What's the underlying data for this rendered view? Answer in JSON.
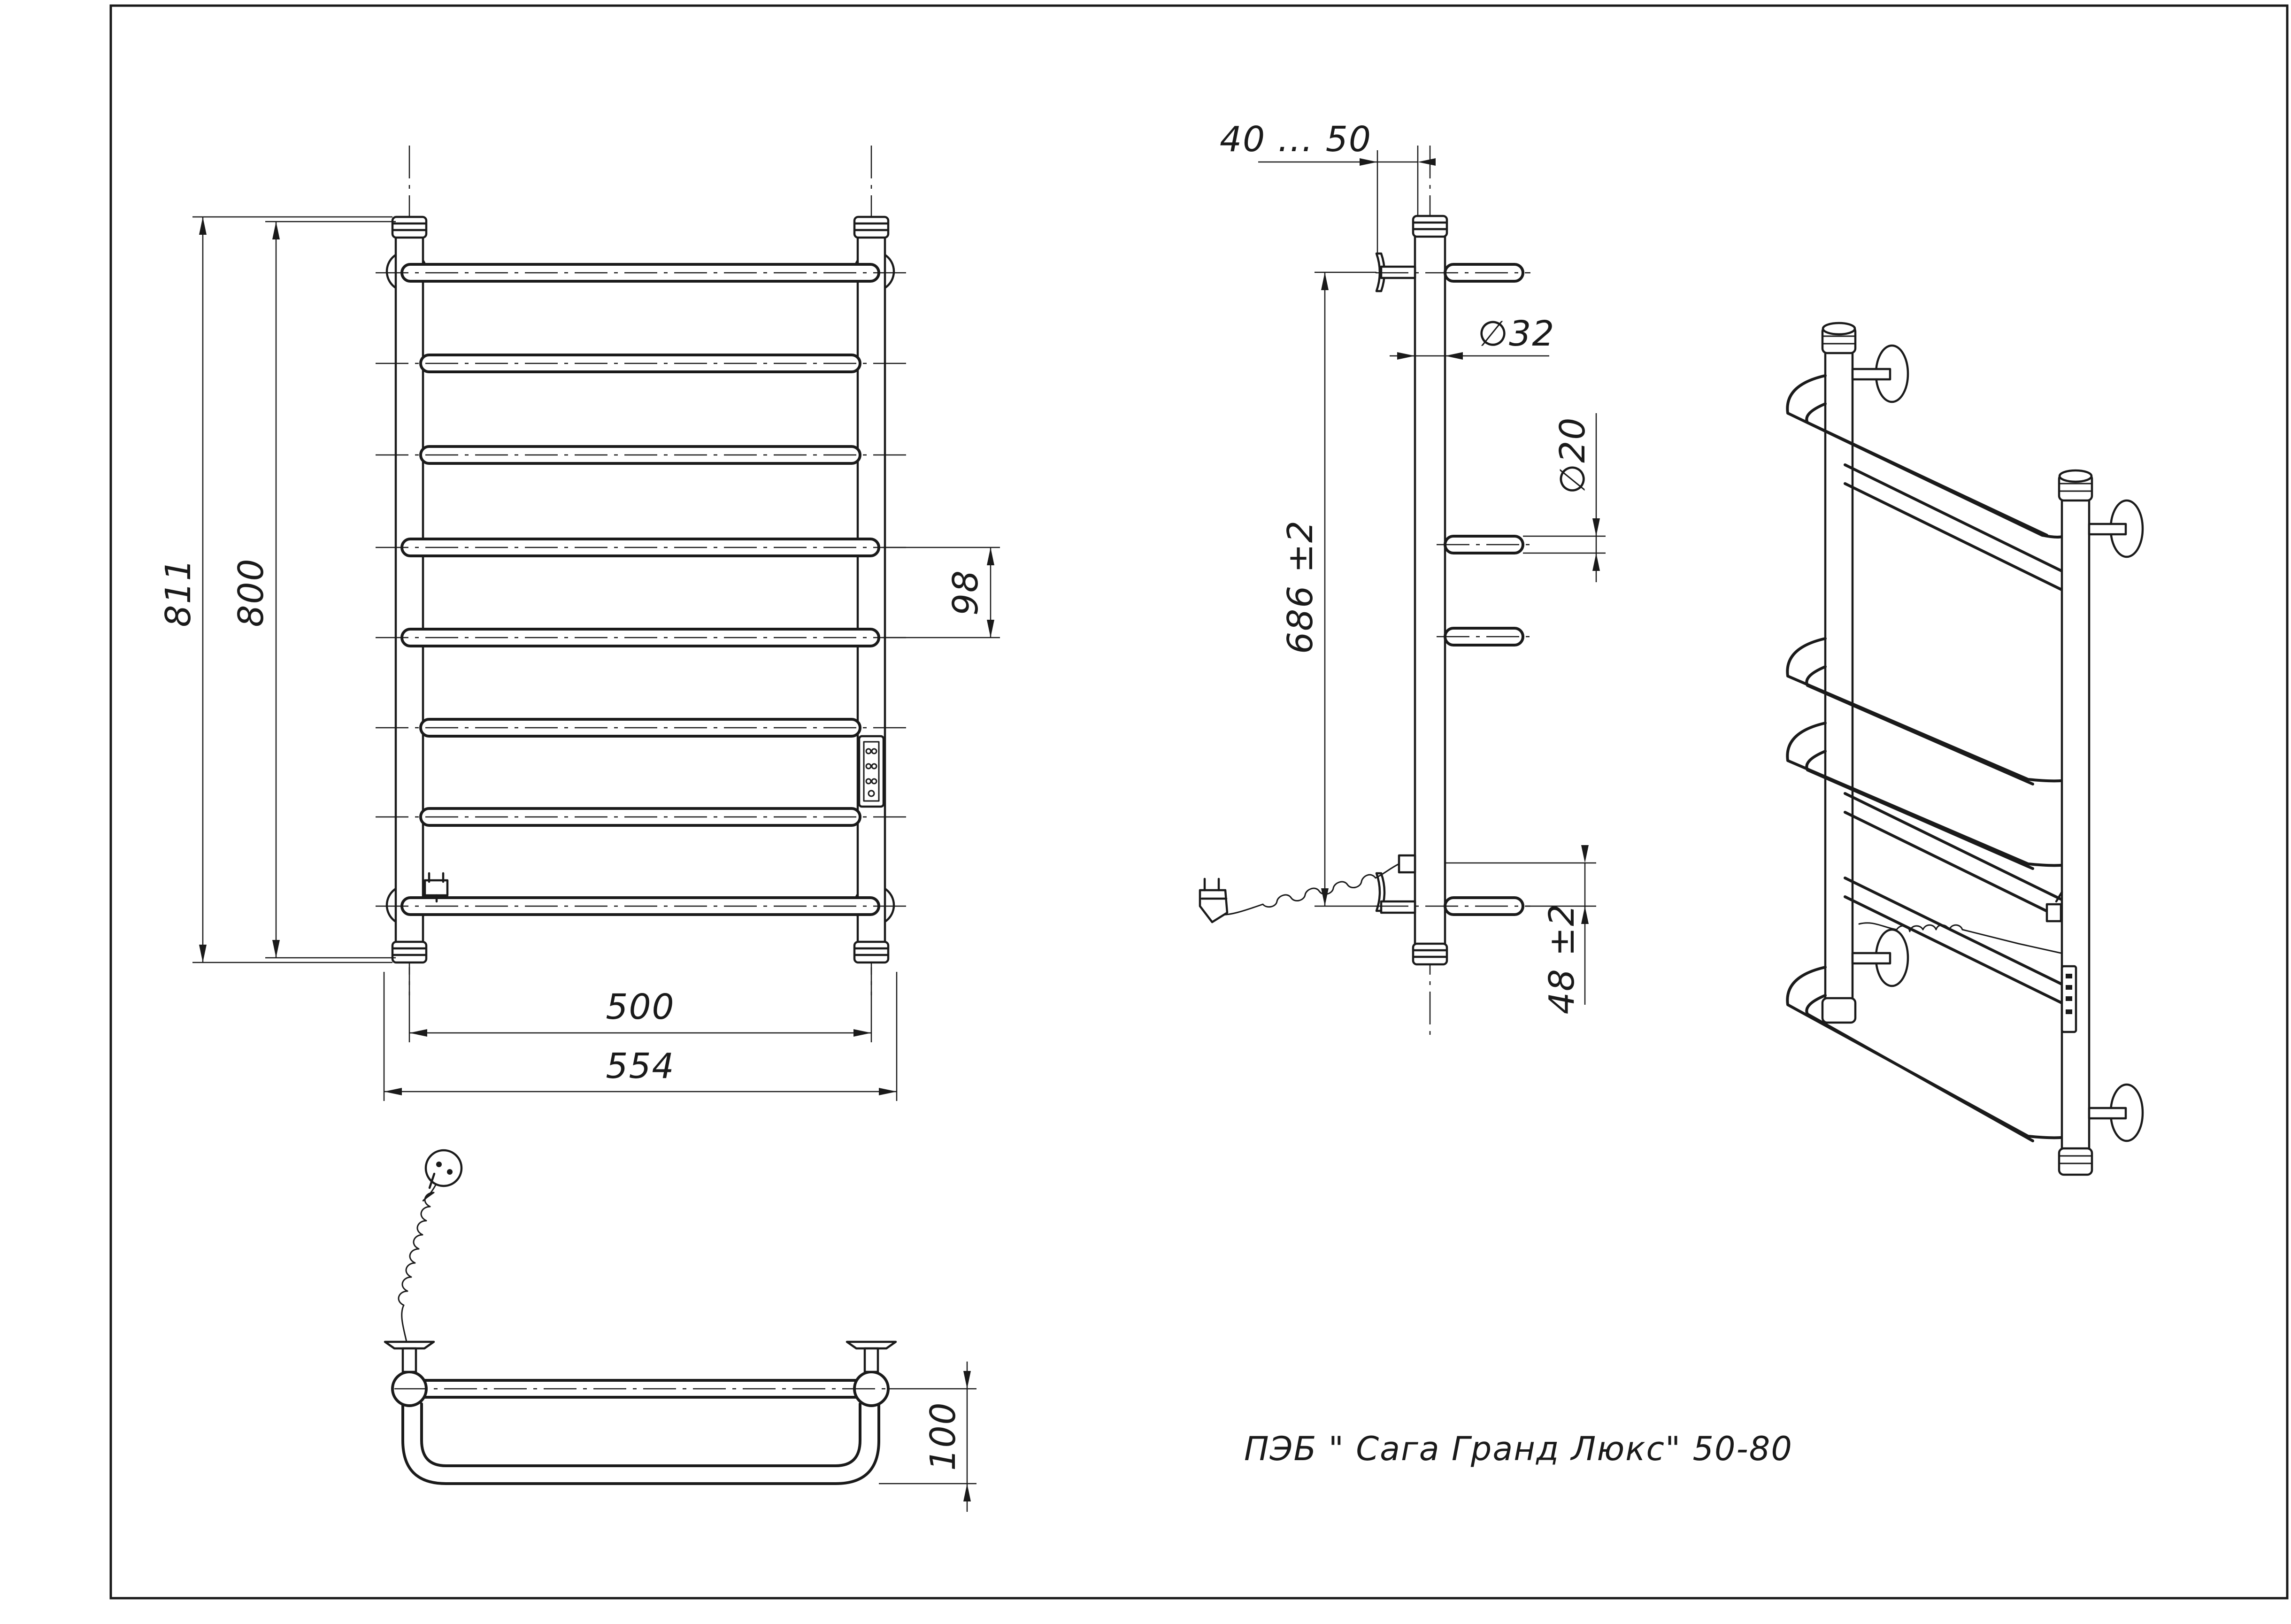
{
  "title": "ПЭБ \" Сага Гранд Люкс\" 50-80",
  "dimensions": {
    "front": {
      "overall_height": "811",
      "axis_height": "800",
      "rung_pitch": "98",
      "axis_width": "500",
      "overall_width": "554"
    },
    "side": {
      "wall_offset": "40 ... 50",
      "pipe_diameter": "∅32",
      "rung_diameter": "∅20",
      "mount_distance": "686  ±2",
      "bottom_offset": "48  ±2"
    },
    "top": {
      "depth": "100"
    }
  }
}
